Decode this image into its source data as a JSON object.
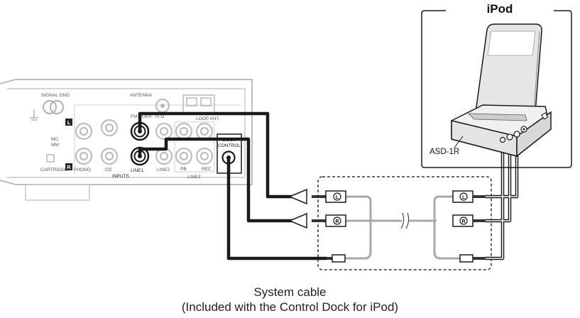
{
  "ipod_box": {
    "title": "iPod",
    "dock_label": "ASD-1R"
  },
  "receiver": {
    "signal_gnd": "SIGNAL GND.",
    "antenna": "ANTENNA",
    "fm_coax": "FM COAX. 75 Ω",
    "loop_ant": "LOOP ANT.",
    "channel_l": "L",
    "channel_r": "R",
    "mc": "MC",
    "mm": "MM",
    "cartridge": "CARTRIDGE",
    "phono": "PHONO",
    "cd": "CD",
    "inputs": "INPUTS",
    "line1": "LINE1",
    "line2": "LINE2",
    "pb": "PB",
    "rec": "REC",
    "line3": "LINE3",
    "dock_control_1": "DOCK",
    "dock_control_2": "CONTROL"
  },
  "plugs": {
    "left": "L",
    "right": "R"
  },
  "caption": {
    "line1": "System cable",
    "line2": "(Included with the Control Dock for iPod)"
  }
}
